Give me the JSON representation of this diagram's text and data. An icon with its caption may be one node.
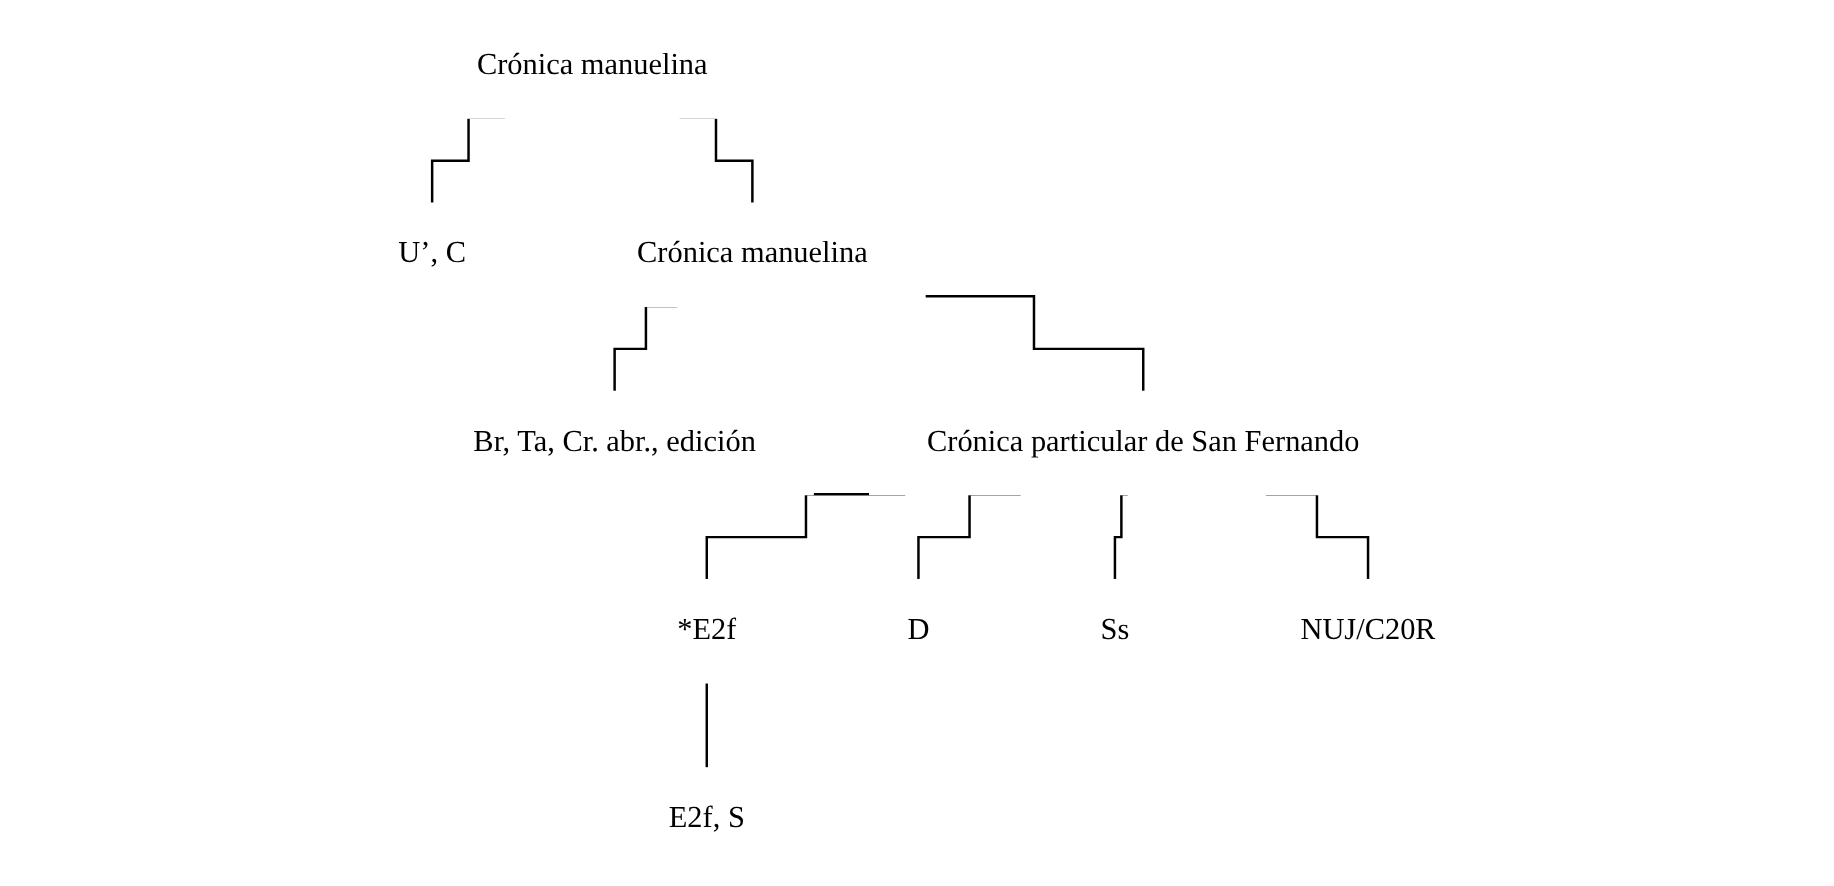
{
  "diagram": {
    "nodes": [
      {
        "text": [
          "Crónica manuelina"
        ]
      },
      {
        "text": [
          "U’, C"
        ]
      },
      {
        "text": [
          "Crónica manuelina"
        ]
      },
      {
        "text": [
          "Br, Ta, Cr. abr., edición"
        ]
      },
      {
        "text": [
          "Crónica particular de San Fernando"
        ]
      },
      {
        "text": [
          "*E2f"
        ]
      },
      {
        "text": [
          "E2f, S"
        ]
      },
      {
        "text": [
          "D"
        ]
      },
      {
        "text": [
          "Ss"
        ]
      },
      {
        "text": [
          "NUJ/C20R"
        ]
      }
    ],
    "edges": [
      {
        "from": 0,
        "to": 1,
        "arrow": "none"
      },
      {
        "from": 0,
        "to": 2,
        "arrow": "none"
      },
      {
        "from": 2,
        "to": 3,
        "arrow": "none"
      },
      {
        "from": 2,
        "to": 4,
        "arrow": "none"
      },
      {
        "from": 4,
        "to": 5,
        "arrow": "none"
      },
      {
        "from": 4,
        "to": 7,
        "arrow": "none"
      },
      {
        "from": 4,
        "to": 8,
        "arrow": "none"
      },
      {
        "from": 4,
        "to": 9,
        "arrow": "none"
      },
      {
        "from": 5,
        "to": 6,
        "arrow": "none"
      }
    ]
  }
}
